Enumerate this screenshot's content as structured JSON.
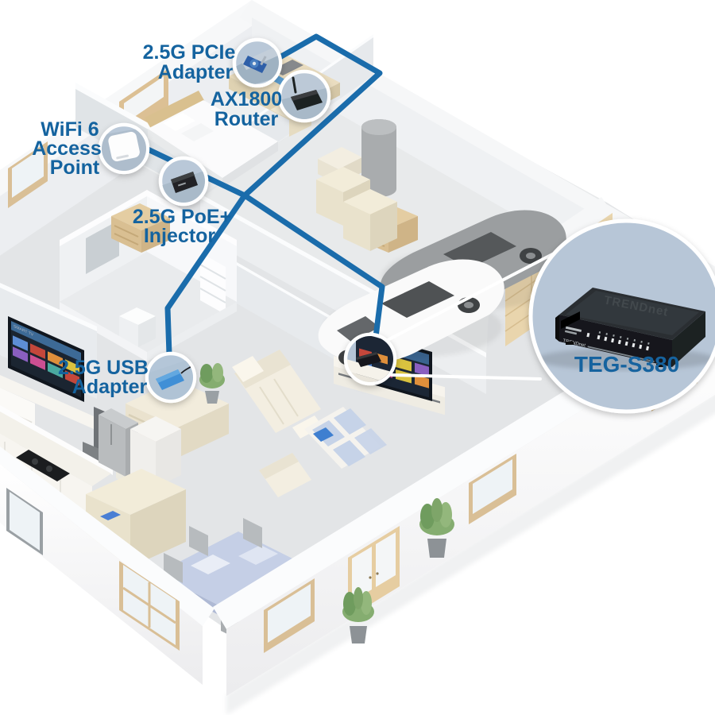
{
  "labels": {
    "pcie_adapter": {
      "line1": "2.5G PCIe",
      "line2": "Adapter"
    },
    "router": {
      "line1": "AX1800",
      "line2": "Router"
    },
    "access_point": {
      "line1": "WiFi 6",
      "line2": "Access",
      "line3": "Point"
    },
    "poe_injector": {
      "line1": "2.5G PoE+",
      "line2": "Injector"
    },
    "usb_adapter": {
      "line1": "2.5G USB",
      "line2": "Adapter"
    },
    "switch": {
      "model": "TEG-S380"
    }
  },
  "tv": {
    "brand_text": "SMART TV"
  },
  "switch_device": {
    "brand": "TRENDnet",
    "model": "TEG-S380",
    "ports": 8
  },
  "colors": {
    "label_blue": "#14639f",
    "cable_blue": "#1a6cab",
    "callout_fill": "#b9c8d8",
    "callout_ring": "#ffffff",
    "big_circle_fill": "#b7c6d7"
  }
}
